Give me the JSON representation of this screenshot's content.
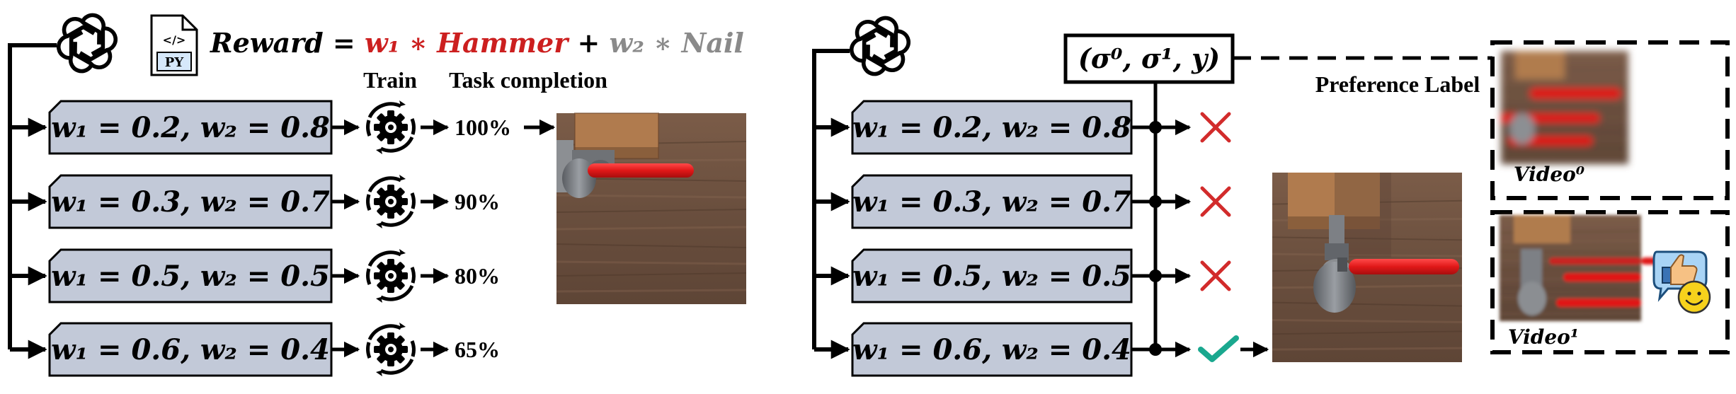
{
  "left": {
    "formula": {
      "reward": "Reward",
      "equals": " = ",
      "term1": "w₁ ∗ Hammer",
      "plus": " + ",
      "term2": "w₂ ∗ Nail",
      "term1_color": "#cc1f1f",
      "term2_color": "#8a8a8a"
    },
    "file_icon_label": "PY",
    "file_icon_glyph": "</>",
    "train_label": "Train",
    "task_completion_label": "Task completion",
    "rows": [
      {
        "weights": "w₁ = 0.2, w₂ = 0.8",
        "completion": "100%"
      },
      {
        "weights": "w₁ = 0.3, w₂ = 0.7",
        "completion": "90%"
      },
      {
        "weights": "w₁ = 0.5, w₂ = 0.5",
        "completion": "80%"
      },
      {
        "weights": "w₁ = 0.6, w₂ = 0.4",
        "completion": "65%"
      }
    ]
  },
  "right": {
    "tuple_label": "(σ⁰, σ¹, y)",
    "preference_label": "Preference Label",
    "rows": [
      {
        "weights": "w₁ = 0.2, w₂ = 0.8",
        "mark": "cross"
      },
      {
        "weights": "w₁ = 0.3, w₂ = 0.7",
        "mark": "cross"
      },
      {
        "weights": "w₁ = 0.5, w₂ = 0.5",
        "mark": "cross"
      },
      {
        "weights": "w₁ = 0.6, w₂ = 0.4",
        "mark": "check"
      }
    ],
    "video0_label": "Video⁰",
    "video1_label": "Video¹"
  },
  "colors": {
    "box_fill": "#c2c9d8",
    "cross": "#d22b2b",
    "check": "#1aa88f",
    "wood": "#6e5240",
    "hammer_red": "#e01818"
  },
  "icons": [
    "openai-logo-icon",
    "python-file-icon",
    "gear-cycle-icon",
    "cross-icon",
    "check-icon",
    "thumbs-up-icon",
    "smiley-icon"
  ]
}
